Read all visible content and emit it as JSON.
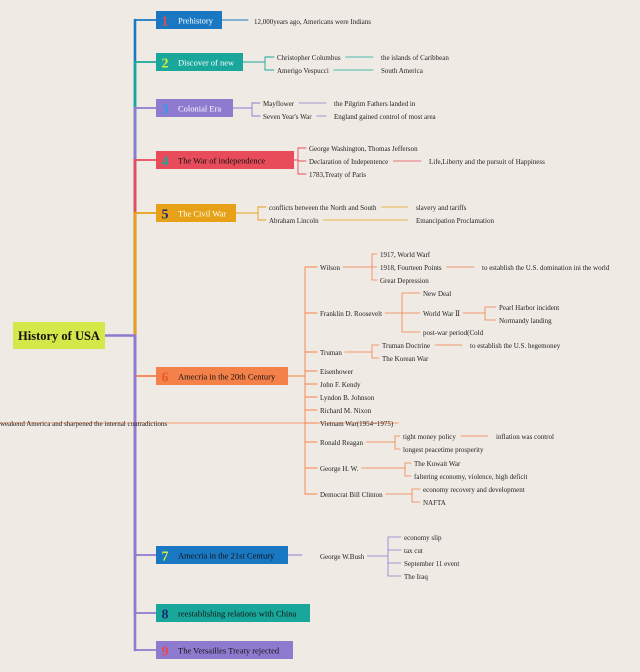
{
  "root": {
    "label": "History of USA",
    "fill": "#d5e84a",
    "line": "#8e7bd0"
  },
  "branches": [
    {
      "num": "1",
      "label": "Prehistory",
      "fill": "#1a78c2",
      "numColor": "#e54b4b",
      "textColor": "#ffffff",
      "children": [
        {
          "label": "12,000years ago, Americans were Indians"
        }
      ]
    },
    {
      "num": "2",
      "label": "Discover of new",
      "fill": "#1aa79b",
      "numColor": "#d8ec3c",
      "textColor": "#ffffff",
      "children": [
        {
          "label": "Christopher Columbus",
          "children": [
            {
              "label": "the islands of Caribbean"
            }
          ]
        },
        {
          "label": "Amerigo Vespucci",
          "children": [
            {
              "label": "South America"
            }
          ]
        }
      ]
    },
    {
      "num": "3",
      "label": "Colonial Era",
      "fill": "#8e7bd0",
      "numColor": "#2f9be3",
      "textColor": "#ffffff",
      "children": [
        {
          "label": "Mayflower",
          "children": [
            {
              "label": "the Pilgrim Fathers landed in"
            }
          ]
        },
        {
          "label": "Seven Year's War",
          "children": [
            {
              "label": "England gained control of most area"
            }
          ]
        }
      ]
    },
    {
      "num": "4",
      "label": "The War of independence",
      "fill": "#e84c5a",
      "numColor": "#1aa79b",
      "textColor": "#111111",
      "children": [
        {
          "label": "George Washington, Thomas Jefferson"
        },
        {
          "label": "Declaration of Indepentence",
          "children": [
            {
              "label": "Life,Liberty and the pursuit of Happiness"
            }
          ]
        },
        {
          "label": "1783,Treaty of Paris"
        }
      ]
    },
    {
      "num": "5",
      "label": "The Civil War",
      "fill": "#e6a117",
      "numColor": "#1c2a6e",
      "textColor": "#ffffff",
      "children": [
        {
          "label": "conflicts between the North and South",
          "children": [
            {
              "label": "slavery and tariffs"
            }
          ]
        },
        {
          "label": "Abraham Lincoln",
          "children": [
            {
              "label": "Emancipation Proclamation"
            }
          ]
        }
      ]
    },
    {
      "num": "6",
      "label": "Amecria in the 20th Century",
      "fill": "#f4804a",
      "numColor": "#e85a28",
      "textColor": "#111111",
      "children": [
        {
          "label": "Wilson",
          "children": [
            {
              "label": "1917, World Warf"
            },
            {
              "label": "1918, Fourteen Points",
              "children": [
                {
                  "label": "to establish the U.S. domination ini the world"
                }
              ]
            },
            {
              "label": "Great Depression"
            }
          ]
        },
        {
          "label": "Franklin D. Roosevelt",
          "children": [
            {
              "label": "New Deal"
            },
            {
              "label": "World War Ⅱ",
              "children": [
                {
                  "label": "Pearl Harbor incident"
                },
                {
                  "label": "Normandy landing"
                }
              ]
            },
            {
              "label": "post-war period(Cold"
            }
          ]
        },
        {
          "label": "Truman",
          "children": [
            {
              "label": "Truman Doctrine",
              "children": [
                {
                  "label": "to establish the U.S. hegemoney"
                }
              ]
            },
            {
              "label": "The Korean War"
            }
          ]
        },
        {
          "label": "Eisenhower"
        },
        {
          "label": "John F. Kendy"
        },
        {
          "label": "Lyndon B. Johnson"
        },
        {
          "label": "Richard M. Nixon"
        },
        {
          "label": "Vietnam War(1954~1975)",
          "children": [
            {
              "label": "weakend America and sharpened the internal contradictions"
            }
          ]
        },
        {
          "label": "Ronald Reagan",
          "children": [
            {
              "label": "tight money policy",
              "children": [
                {
                  "label": "inflation was control"
                }
              ]
            },
            {
              "label": "longest peacetime prosperity"
            }
          ]
        },
        {
          "label": "George H. W.",
          "children": [
            {
              "label": "The Kuwait War"
            },
            {
              "label": "faltering economy, violence, high deficit"
            }
          ]
        },
        {
          "label": "Democrat Bill Clinton",
          "children": [
            {
              "label": "economy recovery and development"
            },
            {
              "label": "NAFTA"
            }
          ]
        }
      ]
    },
    {
      "num": "7",
      "label": "Amecria in the 21st Century",
      "fill": "#1a78c2",
      "numColor": "#d8ec3c",
      "textColor": "#111111",
      "children": [
        {
          "label": "George W.Bush",
          "children": [
            {
              "label": "economy slip"
            },
            {
              "label": "tax cut"
            },
            {
              "label": "September 11 event"
            },
            {
              "label": "The Iraq"
            }
          ]
        }
      ]
    },
    {
      "num": "8",
      "label": "reestablishing relations with China",
      "fill": "#1aa79b",
      "numColor": "#1c2a6e",
      "textColor": "#111111",
      "children": []
    },
    {
      "num": "9",
      "label": "The Versailles Treaty rejected",
      "fill": "#8e7bd0",
      "numColor": "#e54b4b",
      "textColor": "#111111",
      "children": []
    }
  ]
}
